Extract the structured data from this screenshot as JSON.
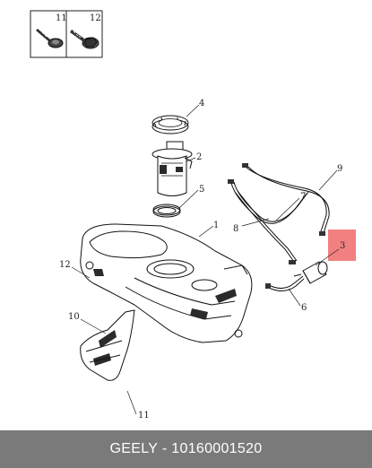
{
  "footer": {
    "brand": "GEELY",
    "separator": " - ",
    "part_number": "10160001520"
  },
  "callouts": {
    "c1": "1",
    "c2": "2",
    "c3": "3",
    "c4": "4",
    "c5": "5",
    "c6": "6",
    "c7": "7",
    "c8": "8",
    "c9": "9",
    "c10": "10",
    "c11": "11",
    "c12": "12",
    "inset11": "11",
    "inset12": "12"
  },
  "colors": {
    "highlight": "#f06a6a",
    "footer_bg": "#7a7a7a",
    "footer_text": "#ffffff"
  }
}
